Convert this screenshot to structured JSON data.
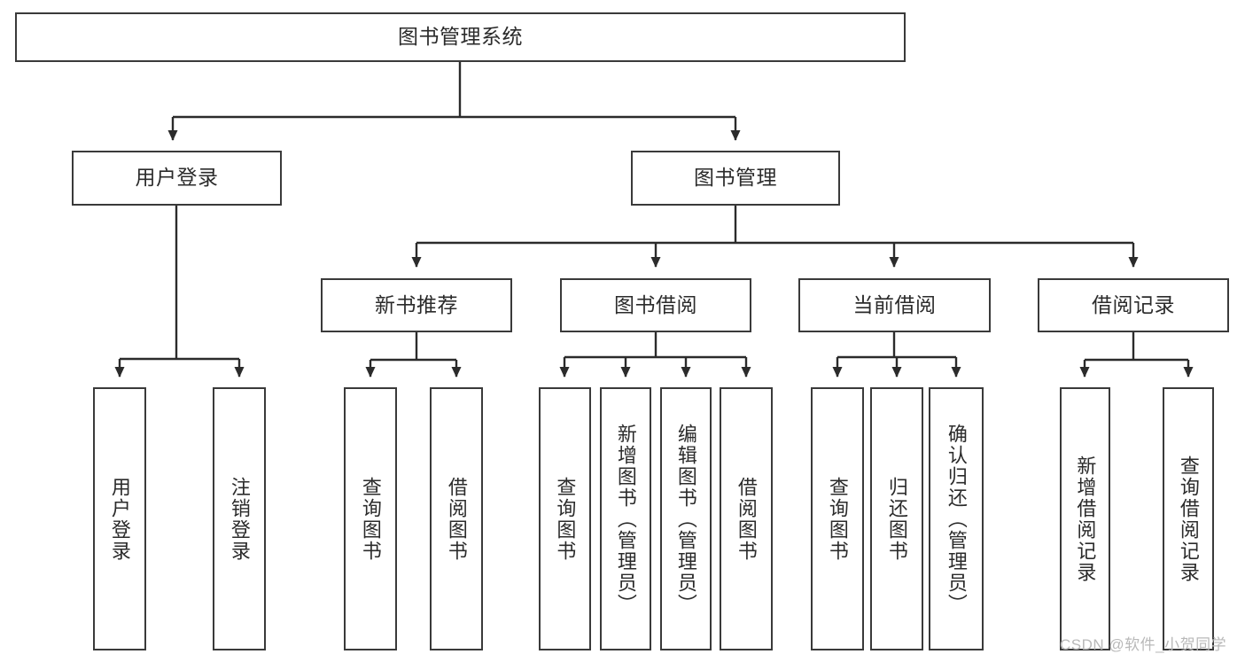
{
  "diagram": {
    "title": "图书管理系统",
    "type": "hierarchy-tree",
    "watermark": "CSDN @软件_小贺同学",
    "colors": {
      "box_border": "#3a3a3a",
      "box_fill": "#ffffff",
      "edge": "#2b2b2b",
      "text": "#2b2b2b",
      "watermark": "#b9b9b9",
      "background": "#ffffff"
    },
    "nodes": {
      "root": {
        "label": "图书管理系统",
        "level": 1
      },
      "l2": [
        {
          "label": "用户登录",
          "level": 2
        },
        {
          "label": "图书管理",
          "level": 2
        }
      ],
      "l3": [
        {
          "label": "新书推荐",
          "level": 3
        },
        {
          "label": "图书借阅",
          "level": 3
        },
        {
          "label": "当前借阅",
          "level": 3
        },
        {
          "label": "借阅记录",
          "level": 3
        }
      ],
      "leaves": {
        "user_login": [
          {
            "label": "用户登录"
          },
          {
            "label": "注销登录"
          }
        ],
        "new_book_recommend": [
          {
            "label": "查询图书"
          },
          {
            "label": "借阅图书"
          }
        ],
        "book_borrow": [
          {
            "label": "查询图书"
          },
          {
            "label": "新增图书（管理员）"
          },
          {
            "label": "编辑图书（管理员）"
          },
          {
            "label": "借阅图书"
          }
        ],
        "current_borrow": [
          {
            "label": "查询图书"
          },
          {
            "label": "归还图书"
          },
          {
            "label": "确认归还（管理员）"
          }
        ],
        "borrow_records": [
          {
            "label": "新增借阅记录"
          },
          {
            "label": "查询借阅记录"
          }
        ]
      }
    }
  }
}
